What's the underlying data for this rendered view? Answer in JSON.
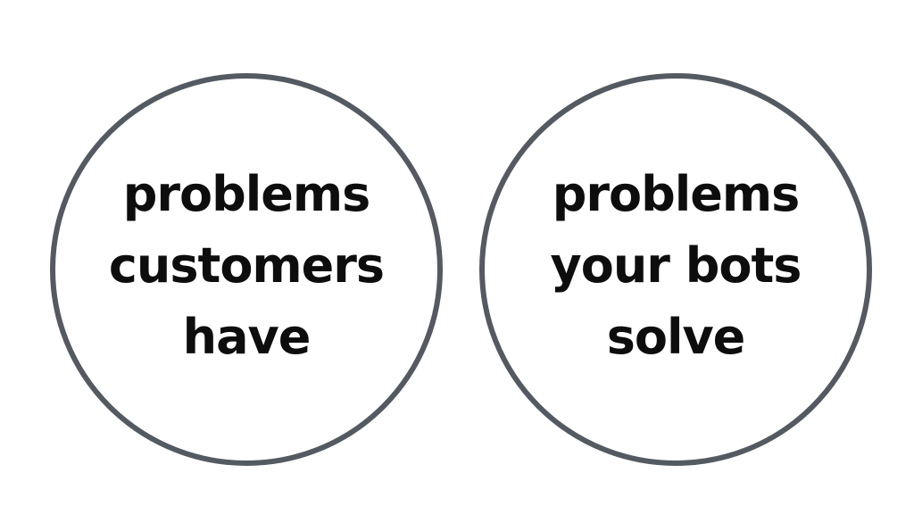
{
  "circles": [
    {
      "lines": [
        "problems",
        "customers",
        "have"
      ]
    },
    {
      "lines": [
        "problems",
        "your bots",
        "solve"
      ]
    }
  ],
  "colors": {
    "circle_stroke": "#545a61",
    "text": "#0d0d0d",
    "background": "#ffffff"
  }
}
